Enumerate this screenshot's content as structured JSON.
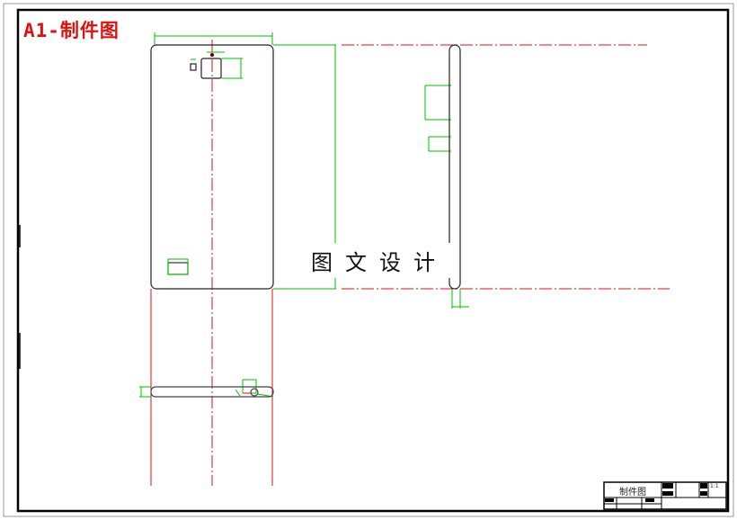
{
  "drawing": {
    "title": "A1-制件图",
    "watermark": "图文设计",
    "title_block": {
      "name": "制件图",
      "scale": "1:1"
    },
    "colors": {
      "outline": "#000000",
      "dimension": "#00c000",
      "centerline": "#e01010",
      "title": "#e01010"
    }
  }
}
